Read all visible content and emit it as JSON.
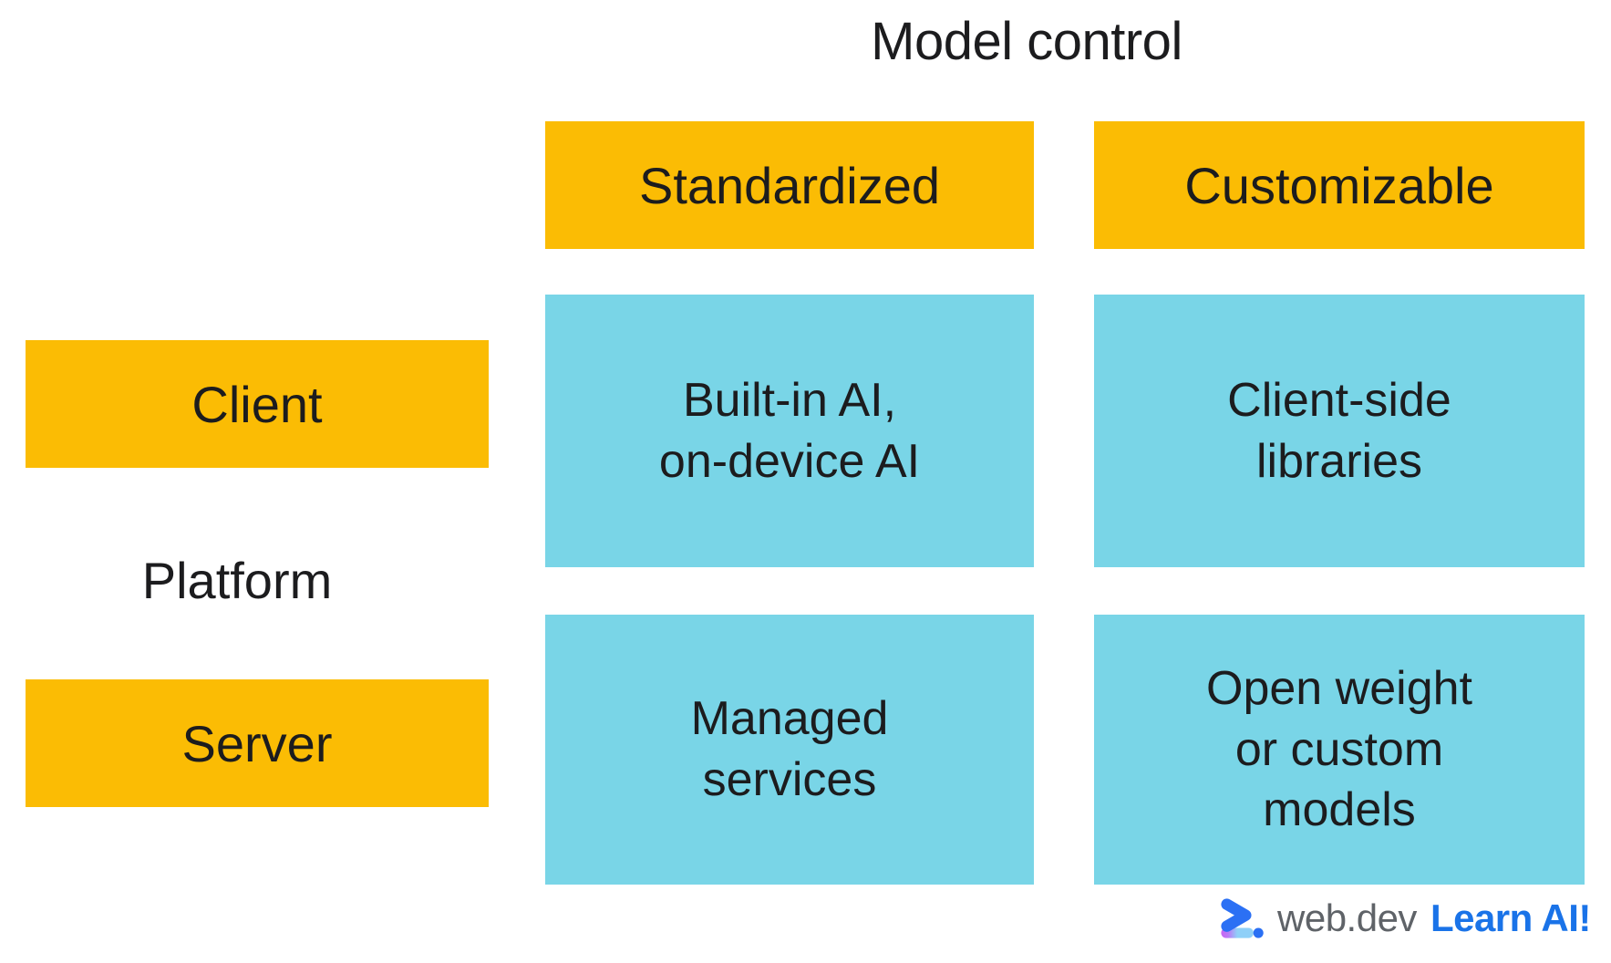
{
  "title": "Model control",
  "matrix": {
    "column_axis_title": "Model control",
    "row_axis_label": "Platform",
    "column_headers": [
      {
        "label": "Standardized"
      },
      {
        "label": "Customizable"
      }
    ],
    "row_headers": [
      {
        "label": "Client"
      },
      {
        "label": "Server"
      }
    ],
    "cells": [
      {
        "row": "Client",
        "column": "Standardized",
        "text": "Built-in AI,\non-device AI"
      },
      {
        "row": "Client",
        "column": "Customizable",
        "text": "Client-side\nlibraries"
      },
      {
        "row": "Server",
        "column": "Standardized",
        "text": "Managed\nservices"
      },
      {
        "row": "Server",
        "column": "Customizable",
        "text": "Open weight\nor custom\nmodels"
      }
    ]
  },
  "footer": {
    "brand": "web.dev",
    "cta": "Learn AI!",
    "logo_icon": "web-dev-learn-logo-icon"
  },
  "colors": {
    "header_yellow": "#FBBC04",
    "cell_blue": "#79D5E7",
    "text": "#1C1C1E",
    "brand_gray": "#5F6368",
    "cta_blue": "#1A73E8",
    "logo_blue": "#2B70F4",
    "logo_purple": "#C865F3",
    "logo_light_blue": "#8FD0F8",
    "background": "#FFFFFF"
  }
}
